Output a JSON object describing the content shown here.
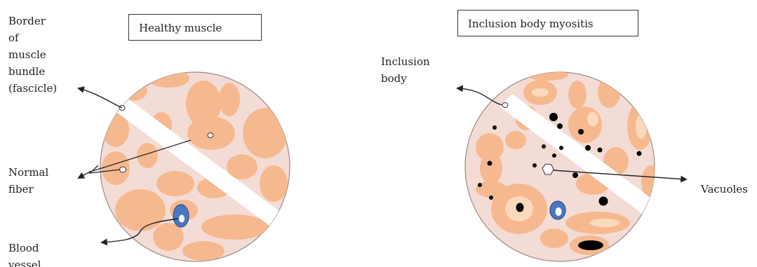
{
  "panels": {
    "healthy": {
      "title": "Healthy muscle"
    },
    "ibm": {
      "title": "Inclusion body myositis"
    }
  },
  "labels": {
    "border": "Border\nof\nmuscle\nbundle\n(fascicle)",
    "normal_fiber": "Normal\nfiber",
    "blood_vessel": "Blood\nvessel",
    "inclusion_body": "Inclusion\nbody",
    "vacuoles": "Vacuoles"
  },
  "colors": {
    "fascicle_bg": "#f3dcd6",
    "fiber": "#f6b98f",
    "fiber_light": "#fbd9bd",
    "vessel": "#4a78c0",
    "inclusion": "#000000",
    "connective": "#ffffff"
  }
}
